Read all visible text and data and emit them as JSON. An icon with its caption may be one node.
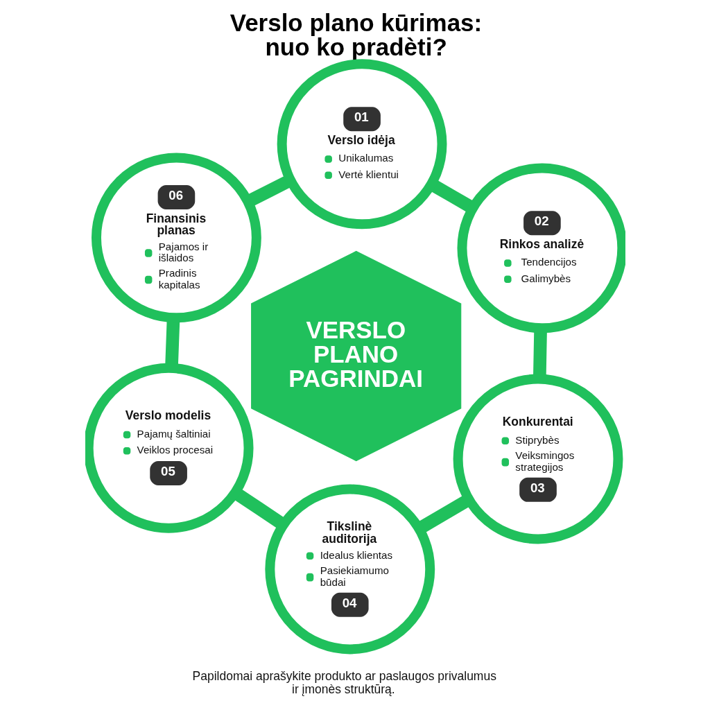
{
  "diagram": {
    "title": "Verslo plano kūrimas: nuo ko pradèti?",
    "caption": "Papildomai aprašykite produkto ar paslaugos privalumus ir įmonès struktūrą.",
    "nodes": [
      {
        "text": [
          "01",
          "Verslo idėja",
          "Unikalumas",
          "Vertė klientui"
        ]
      },
      {
        "text": [
          "02",
          "Rinkos analizė",
          "Tendencijos",
          "Galimybès"
        ]
      },
      {
        "text": [
          "Konkurentai",
          "Stiprybès",
          "Veiksmingos strategijos",
          "03"
        ]
      },
      {
        "text": [
          "Tikslinè auditorija",
          "Idealus klientas",
          "Pasiekiamumo būdai",
          "04"
        ]
      },
      {
        "text": [
          "Verslo modelis",
          "Pajamų šaltiniai",
          "Veiklos procesai",
          "05"
        ]
      },
      {
        "text": [
          "06",
          "Finansinis planas",
          "Pajamos ir išlaidos",
          "Pradinis kapitalas"
        ]
      },
      {
        "text": [
          "VERSLO PLANO PAGRINDAI"
        ]
      }
    ],
    "edges": [
      {
        "from": 0,
        "to": 1,
        "arrow": "none"
      },
      {
        "from": 1,
        "to": 2,
        "arrow": "none"
      },
      {
        "from": 2,
        "to": 3,
        "arrow": "none"
      },
      {
        "from": 3,
        "to": 4,
        "arrow": "none"
      },
      {
        "from": 4,
        "to": 5,
        "arrow": "none"
      },
      {
        "from": 5,
        "to": 0,
        "arrow": "none"
      }
    ]
  }
}
